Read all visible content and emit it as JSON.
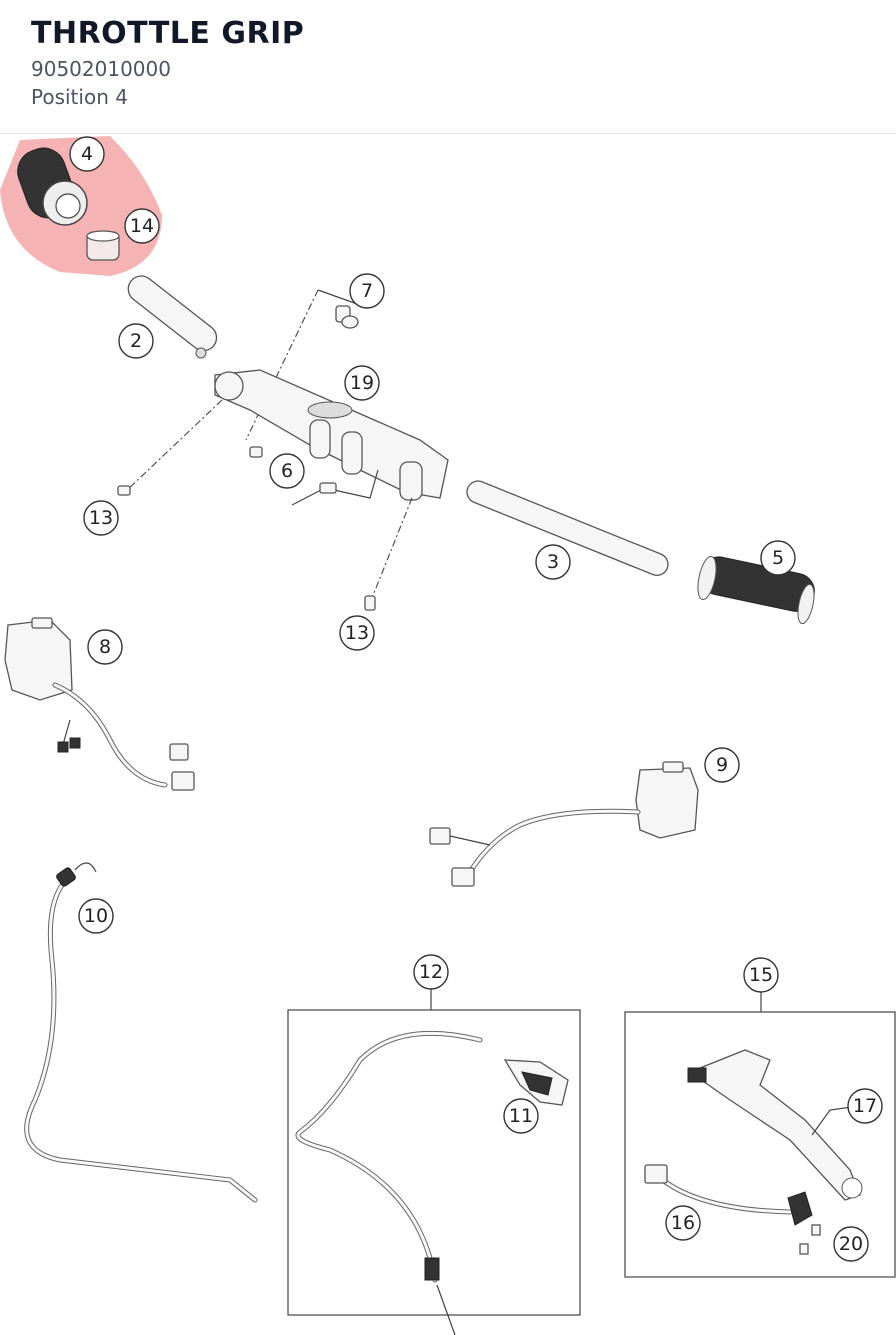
{
  "header": {
    "title": "THROTTLE GRIP",
    "part_number": "90502010000",
    "position": "Position 4"
  },
  "highlight": {
    "color": "#f5a6a6",
    "position": "4"
  },
  "callouts": {
    "c2": "2",
    "c3": "3",
    "c4": "4",
    "c5": "5",
    "c6": "6",
    "c7": "7",
    "c8": "8",
    "c9": "9",
    "c10": "10",
    "c11": "11",
    "c12": "12",
    "c13a": "13",
    "c13b": "13",
    "c14": "14",
    "c15": "15",
    "c16": "16",
    "c17": "17",
    "c19": "19",
    "c20": "20"
  }
}
